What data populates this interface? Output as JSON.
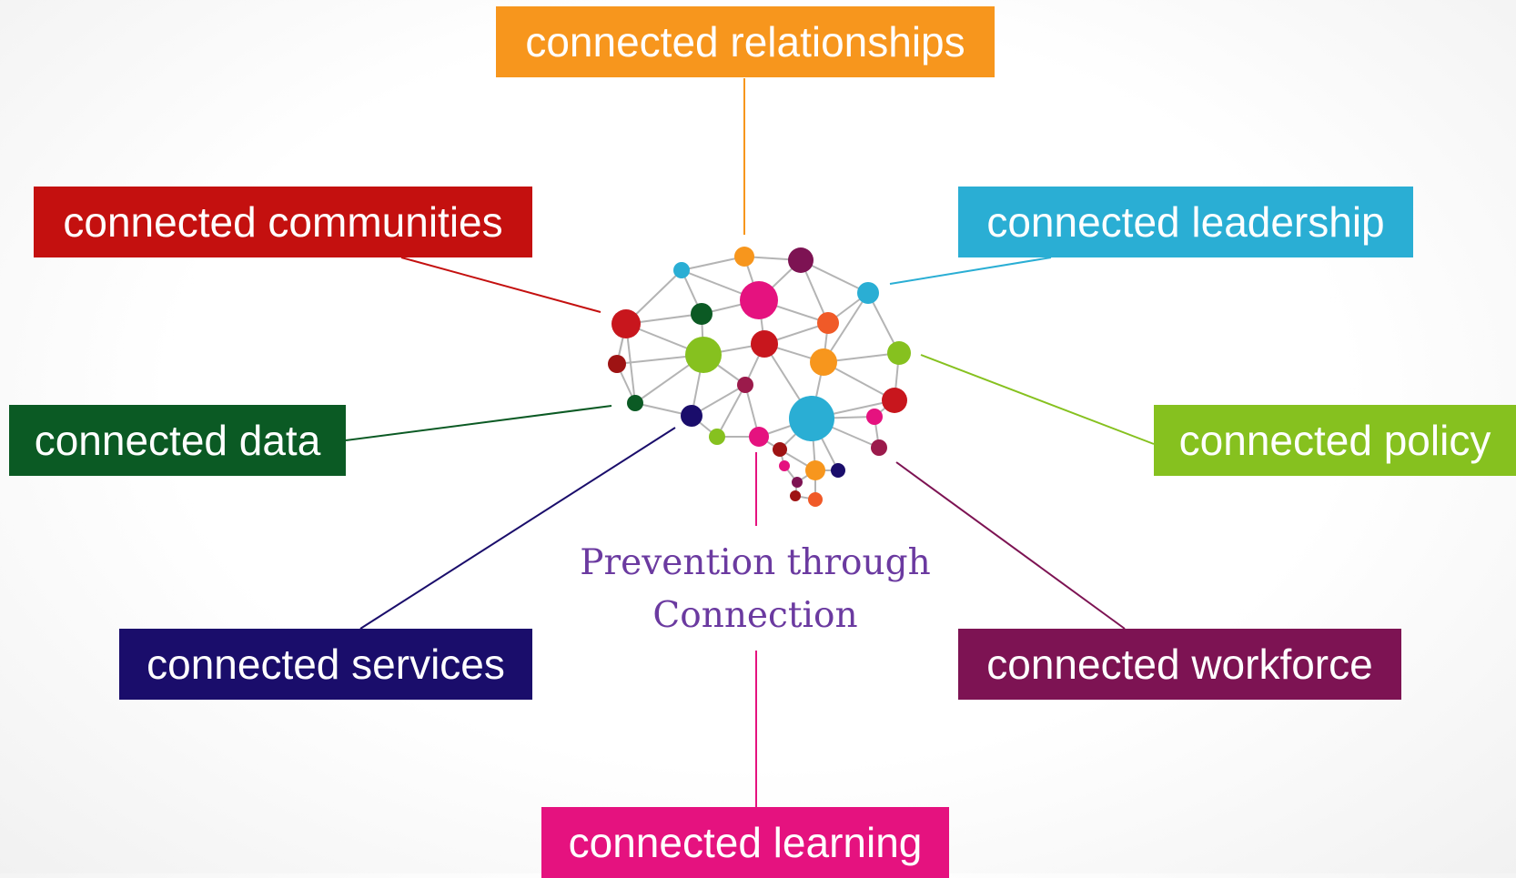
{
  "center": {
    "line1": "Prevention through",
    "line2": "Connection",
    "color": "#6b3aa0"
  },
  "nodes": [
    {
      "id": "relationships",
      "label": "connected relationships",
      "color": "#f7961d"
    },
    {
      "id": "leadership",
      "label": "connected leadership",
      "color": "#2aaed4"
    },
    {
      "id": "policy",
      "label": "connected policy",
      "color": "#86c11f"
    },
    {
      "id": "workforce",
      "label": "connected workforce",
      "color": "#7d1353"
    },
    {
      "id": "learning",
      "label": "connected learning",
      "color": "#e5127f"
    },
    {
      "id": "services",
      "label": "connected services",
      "color": "#1a0d6b"
    },
    {
      "id": "data",
      "label": "connected data",
      "color": "#0b5a24"
    },
    {
      "id": "communities",
      "label": "connected communities",
      "color": "#c4100f"
    }
  ],
  "palette": {
    "red": "#c8161d",
    "darkred": "#9e1313",
    "green": "#86c11f",
    "darkgreen": "#0b5a24",
    "orange": "#f7961d",
    "red2": "#f05a28",
    "pink": "#e5127f",
    "blue": "#2aaed4",
    "navy": "#1a0d6b",
    "purple": "#7d1353",
    "maroon": "#9b1a4b"
  }
}
